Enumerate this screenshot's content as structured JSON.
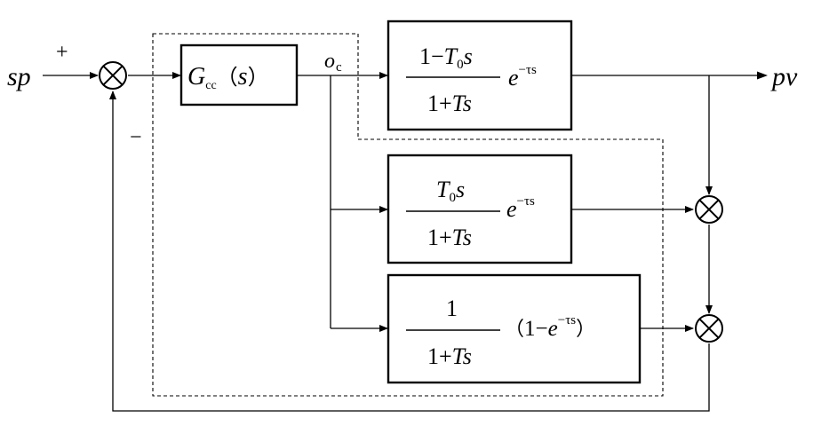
{
  "signals": {
    "input": "sp",
    "output": "pv",
    "controller_out_main": "o",
    "controller_out_sub": "c",
    "plus_sign": "+",
    "minus_sign": "−"
  },
  "controller": {
    "name": "G",
    "subscript": "cc",
    "lparen": "（",
    "arg": "s",
    "rparen": "）"
  },
  "block_top": {
    "num_one_minus": "1−",
    "num_T": "T",
    "num_T_sub": "0",
    "num_s": "s",
    "den_one_plus": "1+",
    "den_Ts": "Ts",
    "exp_base": "e",
    "exp_power": "−τs"
  },
  "block_mid": {
    "num_T": "T",
    "num_T_sub": "0",
    "num_s": "s",
    "den_one_plus": "1+",
    "den_Ts": "Ts",
    "exp_base": "e",
    "exp_power": "−τs"
  },
  "block_bot": {
    "num": "1",
    "den_one_plus": "1+",
    "den_Ts": "Ts",
    "paren_open": "（",
    "one_minus": "1−",
    "exp_base": "e",
    "exp_power": "−τs",
    "paren_close": "）"
  }
}
